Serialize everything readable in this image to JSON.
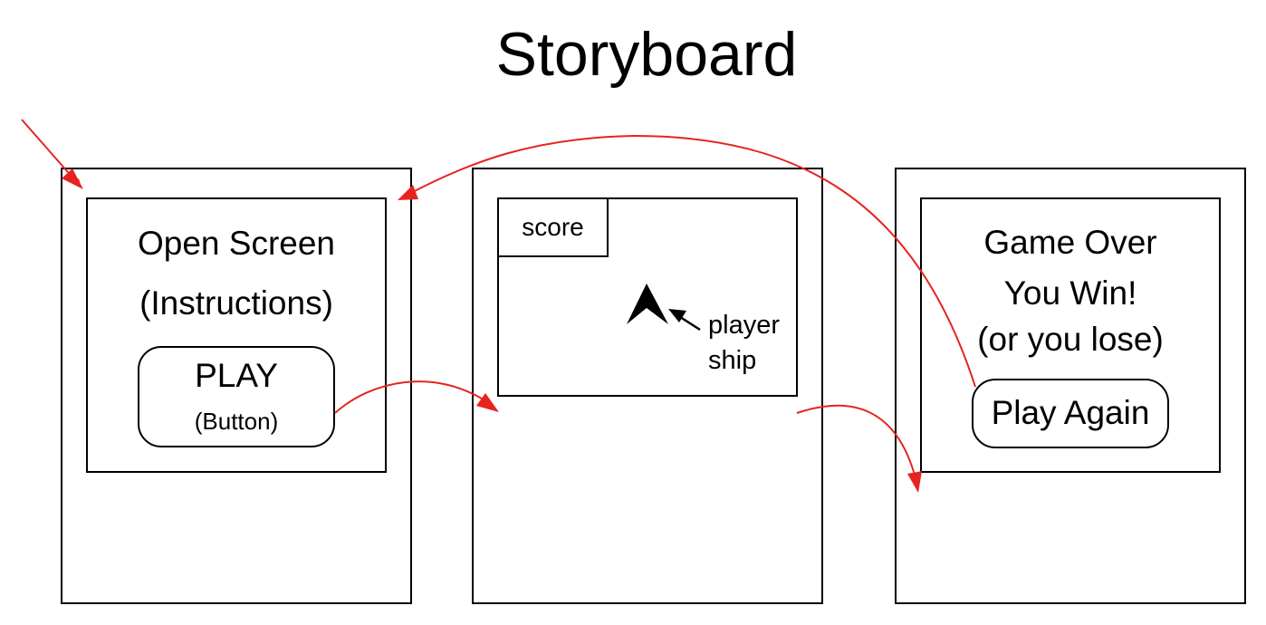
{
  "title": "Storyboard",
  "panels": {
    "open": {
      "title": "Open Screen",
      "subtitle": "(Instructions)",
      "button_label": "PLAY",
      "button_note": "(Button)"
    },
    "game": {
      "score_label": "score",
      "ship_label_line1": "player",
      "ship_label_line2": "ship"
    },
    "over": {
      "line1": "Game Over",
      "line2": "You Win!",
      "line3": "(or you lose)",
      "button_label": "Play Again"
    }
  },
  "colors": {
    "arrow": "#e52420",
    "ink": "#000000"
  }
}
